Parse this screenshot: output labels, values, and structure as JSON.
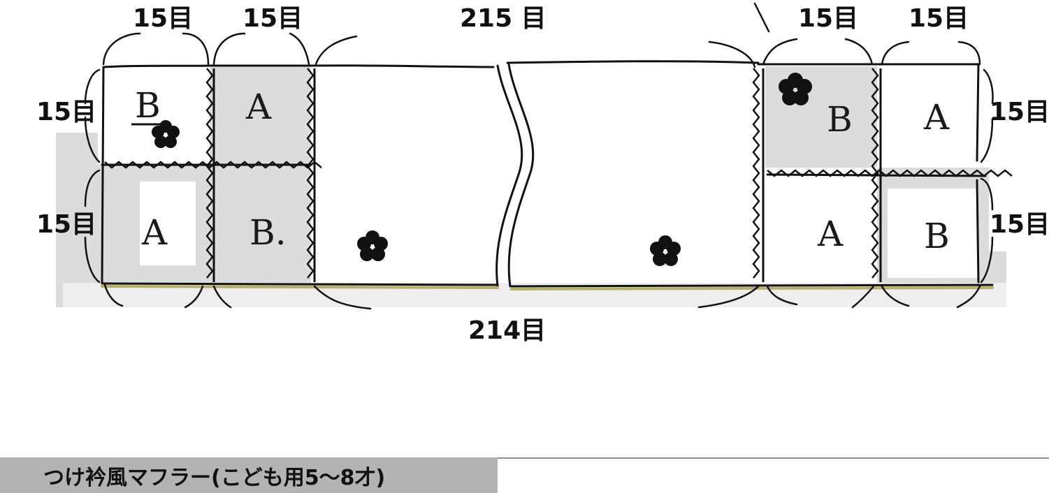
{
  "labels": {
    "top_width": "215 目",
    "bottom_width": "214目",
    "square_stitches": "15目"
  },
  "cells": {
    "left_top_1": "B",
    "left_top_2": "A",
    "left_bottom_1": "A",
    "left_bottom_2": "B.",
    "right_top_1": "B",
    "right_top_2": "A",
    "right_bottom_1": "A",
    "right_bottom_2": "B"
  },
  "title": "つけ衿風マフラー(こども用5～8才)",
  "colors": {
    "ink": "#111111",
    "grey_fill": "#d9d9d9",
    "title_bar": "#b3b3b3",
    "seam": "#b8b06a"
  }
}
